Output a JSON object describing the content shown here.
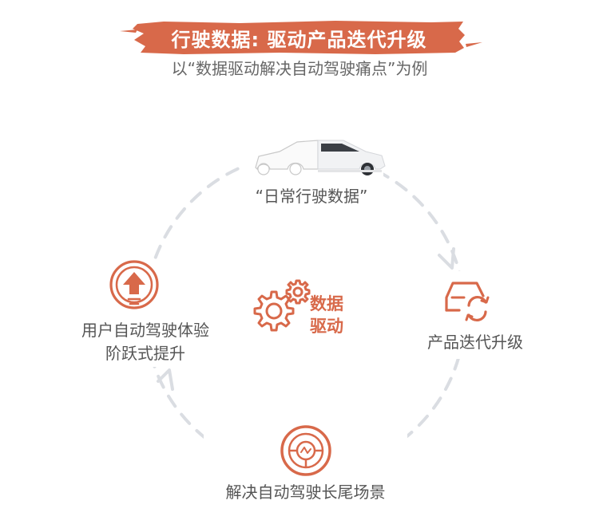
{
  "title": "行驶数据: 驱动产品迭代升级",
  "subtitle": "以“数据驱动解决自动驾驶痛点”为例",
  "nodes": {
    "top": {
      "label": "“日常行驶数据”",
      "icon": "car-icon"
    },
    "right": {
      "label": "产品迭代升级",
      "icon": "car-refresh-icon"
    },
    "bottom": {
      "label": "解决自动驾驶长尾场景",
      "icon": "steering-wheel-icon"
    },
    "left": {
      "line1": "用户自动驾驶体验",
      "line2": "阶跃式提升",
      "icon": "arrow-up-icon"
    }
  },
  "center": {
    "line1": "数据",
    "line2": "驱动",
    "icon": "gears-icon"
  },
  "colors": {
    "accent": "#d8694a",
    "banner": "#d8694a",
    "dashes": "#dadde2",
    "text": "#555555"
  }
}
